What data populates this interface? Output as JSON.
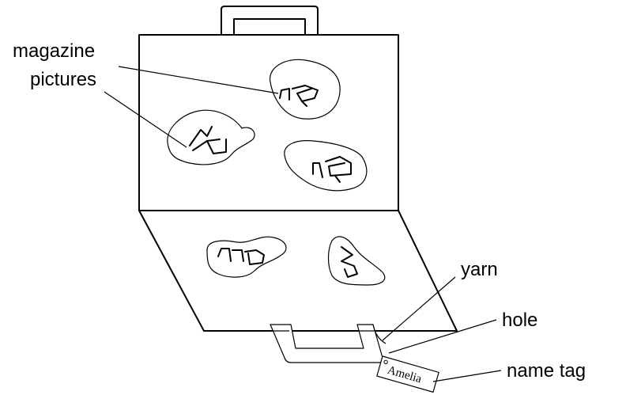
{
  "labels": {
    "magazine_line1": "magazine",
    "magazine_line2": "pictures",
    "yarn": "yarn",
    "hole": "hole",
    "name_tag": "name tag",
    "tag_name": "Amelia"
  }
}
